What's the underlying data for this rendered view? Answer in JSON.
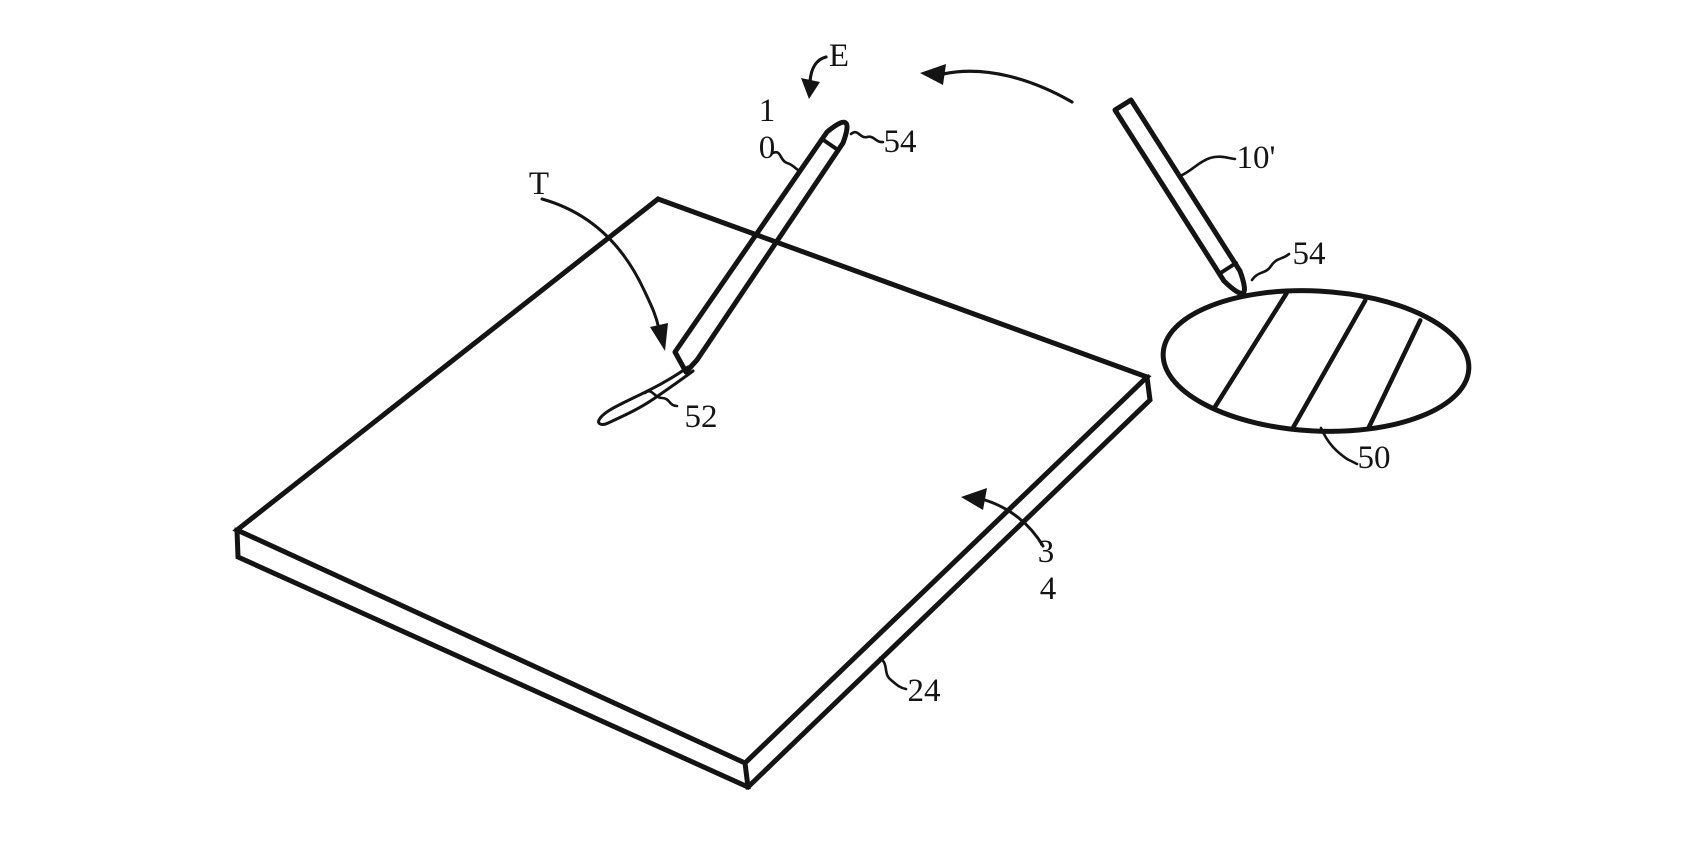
{
  "figure": {
    "colors": {
      "ink": "#141414",
      "background": "#ffffff"
    },
    "labels": {
      "e": "E",
      "ref10_digit1": "1",
      "ref10_digit2": "0",
      "ref54_left": "54",
      "t": "T",
      "ref52": "52",
      "ref34_digit1": "3",
      "ref34_digit2": "4",
      "ref24": "24",
      "ref10_prime": "10'",
      "ref54_right": "54",
      "ref50": "50"
    }
  }
}
